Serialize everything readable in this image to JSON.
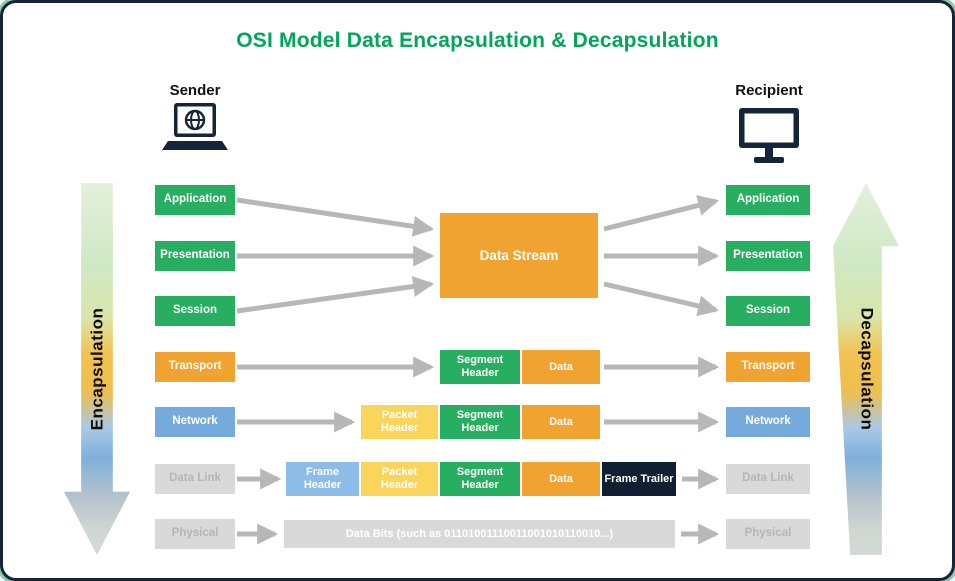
{
  "title": "OSI Model Data Encapsulation & Decapsulation",
  "sender": {
    "label": "Sender",
    "icon": "laptop-globe-icon"
  },
  "recipient": {
    "label": "Recipient",
    "icon": "monitor-icon"
  },
  "flow": {
    "encapsulation": "Encapsulation",
    "decapsulation": "Decapsulation"
  },
  "layers": {
    "left": [
      "Application",
      "Presentation",
      "Session",
      "Transport",
      "Network",
      "Data Link",
      "Physical"
    ],
    "right": [
      "Application",
      "Presentation",
      "Session",
      "Transport",
      "Network",
      "Data Link",
      "Physical"
    ]
  },
  "stream": {
    "label": "Data Stream"
  },
  "pdu": {
    "segment_header": "Segment Header",
    "packet_header": "Packet Header",
    "frame_header": "Frame Header",
    "frame_trailer": "Frame Trailer",
    "data": "Data",
    "data_bits": "Data Bits (such as 01101001110011001010110010...)"
  },
  "colors": {
    "title_green": "#00A65A",
    "layer_green": "#27AE60",
    "orange": "#F0A330",
    "yellow": "#FBD45C",
    "network_blue": "#74AADC",
    "frame_blue": "#8CBCE8",
    "gray_box": "#D9D9D9",
    "dark_navy": "#111F33",
    "arrow_gray": "#B7B7B7"
  }
}
